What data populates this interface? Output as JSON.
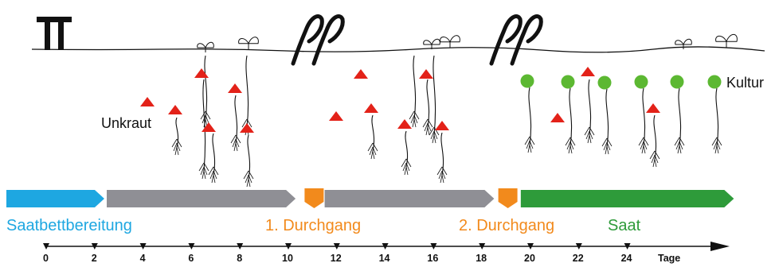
{
  "labels": {
    "weed": "Unkraut",
    "crop": "Kultur"
  },
  "phases": [
    {
      "label": "Saatbettbereitung",
      "color": "#1ea7e1",
      "from_day": 0,
      "to_day": 2.4
    },
    {
      "label": "",
      "color": "#8f8f95",
      "from_day": 2.5,
      "to_day": 10.3
    },
    {
      "label": "1. Durchgang",
      "color": "#f28a1c",
      "day": 11
    },
    {
      "label": "",
      "color": "#8f8f95",
      "from_day": 11.5,
      "to_day": 18.5
    },
    {
      "label": "2. Durchgang",
      "color": "#f28a1c",
      "day": 19
    },
    {
      "label": "Saat",
      "color": "#2e9b3a",
      "from_day": 19.6,
      "to_day": 28.4
    }
  ],
  "axis": {
    "ticks": [
      "0",
      "2",
      "4",
      "6",
      "8",
      "10",
      "12",
      "14",
      "16",
      "18",
      "20",
      "22",
      "24"
    ],
    "unit": "Tage"
  },
  "colors": {
    "weed": "#e32219",
    "crop": "#5cb832",
    "ink": "#111111"
  },
  "icons": [
    "harrow-icon",
    "tine-weeder-icon"
  ]
}
